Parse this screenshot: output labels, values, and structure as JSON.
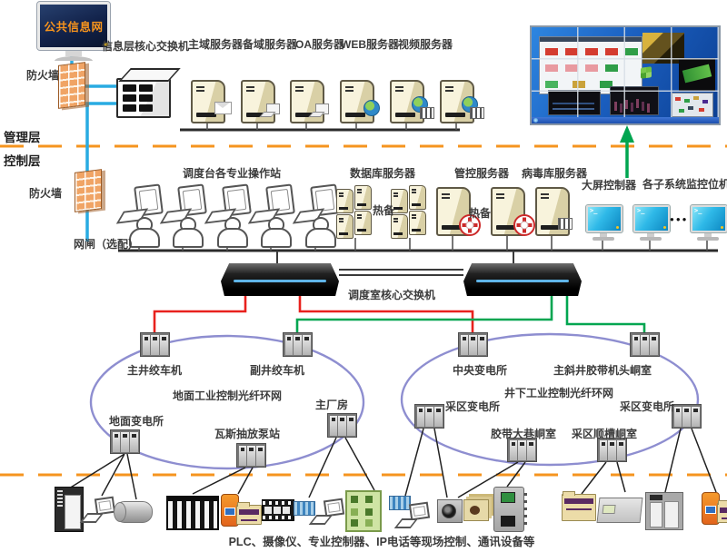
{
  "colors": {
    "line_blue": "#29abe2",
    "line_red": "#e8211d",
    "line_green": "#00a550",
    "divider_orange": "#f5941f",
    "ring_purple": "#8e8ed0"
  },
  "top": {
    "public_net_label": "公共信息网",
    "firewall_label": "防火墙",
    "info_core_switch_label": "信息层核心交换机",
    "server_labels": [
      "主域服务器",
      "备域服务器",
      "OA服务器",
      "WEB服务器",
      "视频服务器"
    ]
  },
  "layers": {
    "management": "管理层",
    "control": "控制层"
  },
  "left_side": {
    "firewall_label": "防火墙",
    "gap_label": "网闸（选配）"
  },
  "dispatch_row": {
    "workstations_label": "调度台各专业操作站",
    "database_servers_label": "数据库服务器",
    "hot_standby_1": "热备",
    "control_servers_label": "管控服务器",
    "hot_standby_2": "热备",
    "virus_server_label": "病毒库服务器",
    "big_screen_controller_label": "大屏控制器",
    "subsystem_monitor_label": "各子系统监控位机"
  },
  "core_switches": {
    "label": "调度室核心交换机"
  },
  "ground_ring": {
    "title": "地面工业控制光纤环网",
    "nodes": [
      "主井绞车机",
      "副井绞车机",
      "地面变电所",
      "瓦斯抽放泵站",
      "主厂房"
    ]
  },
  "underground_ring": {
    "title": "井下工业控制光纤环网",
    "nodes": [
      "中央变电所",
      "主斜井胶带机头峒室",
      "采区变电所",
      "采区变电所",
      "胶带大巷峒室",
      "采区顺槽峒室"
    ]
  },
  "field_devices": {
    "caption": "PLC、摄像仪、专业控制器、IP电话等现场控制、通讯设备等"
  },
  "icons": {
    "terminal_prompt": ">_",
    "ellipsis_dots": "●●●"
  }
}
